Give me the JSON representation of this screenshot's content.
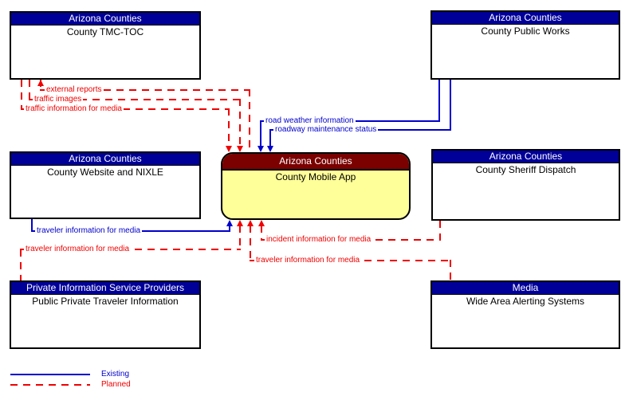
{
  "diagram": {
    "boxes": [
      {
        "header": "Arizona Counties",
        "title": "County TMC-TOC"
      },
      {
        "header": "Arizona Counties",
        "title": "County Public Works"
      },
      {
        "header": "Arizona Counties",
        "title": "County Website and NIXLE"
      },
      {
        "header": "Arizona Counties",
        "title": "County Sheriff Dispatch"
      },
      {
        "header": "Private Information Service Providers",
        "title": "Public Private Traveler Information"
      },
      {
        "header": "Media",
        "title": "Wide Area Alerting Systems"
      }
    ],
    "center": {
      "header": "Arizona Counties",
      "title": "County Mobile App"
    },
    "flows": [
      {
        "label": "external reports",
        "status": "planned"
      },
      {
        "label": "traffic images",
        "status": "planned"
      },
      {
        "label": "traffic information for media",
        "status": "planned"
      },
      {
        "label": "road weather information",
        "status": "existing"
      },
      {
        "label": "roadway maintenance status",
        "status": "existing"
      },
      {
        "label": "traveler information for media",
        "status": "existing"
      },
      {
        "label": "traveler information for media",
        "status": "planned"
      },
      {
        "label": "incident information for media",
        "status": "planned"
      },
      {
        "label": "traveler information for media",
        "status": "planned"
      }
    ],
    "legend": {
      "existing": "Existing",
      "planned": "Planned"
    },
    "colors": {
      "header_navy": "#000099",
      "header_maroon": "#7b0000",
      "app_body_yellow": "#ffff99",
      "planned_red": "#f00000",
      "existing_blue": "#0000cc"
    }
  }
}
